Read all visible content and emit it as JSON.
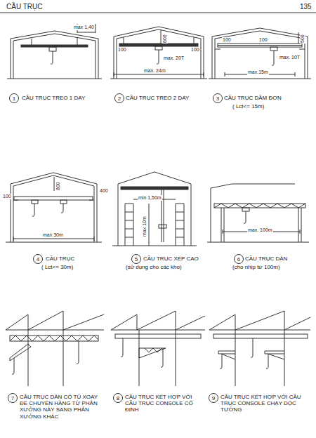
{
  "diagram": {
    "title": "CẦU TRỤC",
    "nodes": [
      {
        "text": [
          "1"
        ]
      },
      {
        "text": [
          "2"
        ]
      },
      {
        "text": [
          "3"
        ]
      },
      {
        "text": [
          "4"
        ]
      },
      {
        "text": [
          "5"
        ]
      },
      {
        "text": [
          "6"
        ]
      },
      {
        "text": [
          "7"
        ]
      },
      {
        "text": [
          "8"
        ]
      },
      {
        "text": [
          "9"
        ]
      }
    ],
    "labels": [
      "135",
      "max 1,40",
      "CẦU TRỤC TREO 1 DAY",
      "600",
      "100",
      "100",
      "max. 20T",
      "max. 24m",
      "CẦU TRỤC TREO 2 DAY",
      "500",
      "100",
      "100",
      "max. 10T",
      "max.15m",
      "CẦU TRỤC DẦM ĐƠN",
      "( Lct<= 15m)",
      "800",
      "100",
      "400",
      "max 30m",
      "CẦU TRỤC",
      "( Lct<= 30m)",
      "min 1,50m",
      "max 10m",
      "CẦU TRỤC XẾP CAO",
      "(sử dụng cho các kho)",
      "max. 100m",
      "CẦU TRỤC DÀN",
      "(cho nhịp từ 100m)",
      "CẦU TRỤC DÀN CÓ TỦ XOAY ĐỂ CHUYỂN HÀNG TỪ PHÂN XƯỞNG NÀY SANG PHÂN XƯỞNG KHÁC",
      "CẦU TRỤC KẾT HỢP VỚI CẦU TRỤC CONSOLE CỐ ĐỊNH",
      "CẦU TRỤC KẾT HỢP VỚI CẦU TRỤC CONSOLE CHẠY DỌC TƯỜNG"
    ]
  }
}
